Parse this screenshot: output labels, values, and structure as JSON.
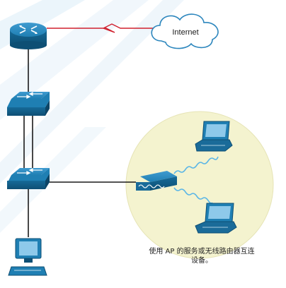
{
  "colors": {
    "device_blue": "#1f7fb3",
    "device_dark": "#0f4d73",
    "wan_link": "#d0202e",
    "lan_link": "#1a1a1a",
    "wireless_circle": "#f4f3cf",
    "wifi_signal": "#5bb6e6",
    "stripe": "#cfe6f4"
  },
  "diagram": {
    "cloud_label": "Internet",
    "caption_line1": "使用 AP 的服务或无线路由器互连",
    "caption_line2": "设备。"
  }
}
